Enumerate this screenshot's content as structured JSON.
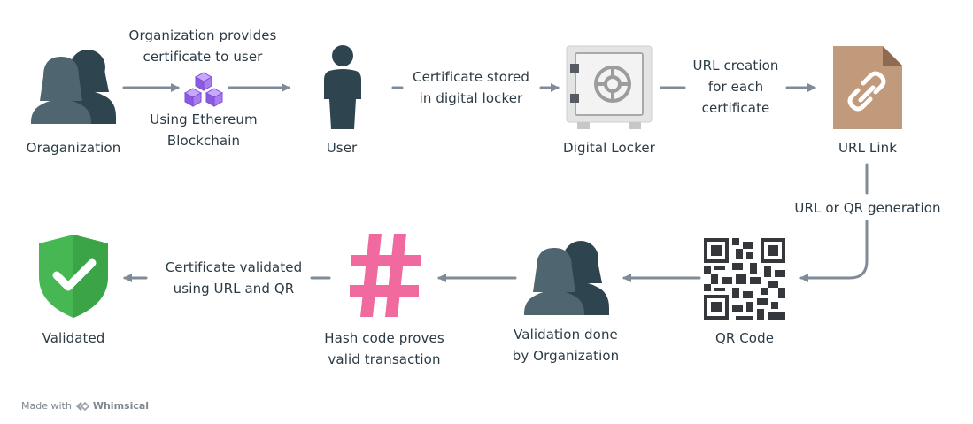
{
  "nodes": {
    "organization": "Oraganization",
    "user": "User",
    "locker": "Digital Locker",
    "url_link": "URL Link",
    "qr_code": "QR Code",
    "validation": [
      "Validation done",
      "by Organization"
    ],
    "hash": [
      "Hash code proves",
      "valid transaction"
    ],
    "validated": "Validated"
  },
  "edges": {
    "org_to_user": [
      "Organization provides",
      "certificate to user"
    ],
    "blockchain": [
      "Using Ethereum",
      "Blockchain"
    ],
    "user_to_locker": [
      "Certificate stored",
      "in digital locker"
    ],
    "locker_to_url": [
      "URL creation",
      "for each",
      "certificate"
    ],
    "url_to_qr": "URL or QR generation",
    "hash_to_validated": [
      "Certificate validated",
      "using URL and QR"
    ]
  },
  "footer": {
    "made_with": "Made with",
    "brand": "Whimsical"
  },
  "icons": [
    "people-icon",
    "blockchain-cube-icon",
    "user-icon",
    "safe-icon",
    "link-file-icon",
    "qr-code-icon",
    "people-icon",
    "hash-icon",
    "shield-check-icon"
  ],
  "colors": {
    "arrow": "#7f8c97",
    "person_light": "#4f6570",
    "person_dark": "#2e4550",
    "safe_body": "#e4e4e4",
    "file": "#c19a7b",
    "hash": "#f06a9f",
    "shield": "#47b753",
    "cube": "#9b6ae8"
  }
}
